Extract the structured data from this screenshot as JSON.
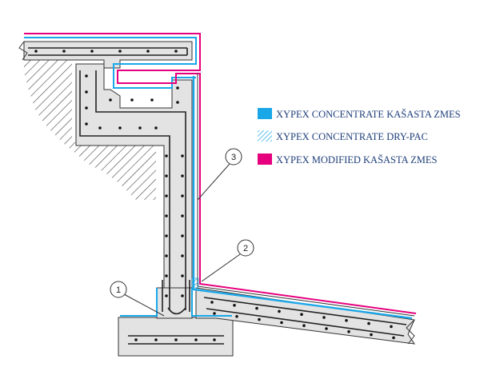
{
  "legend": [
    {
      "label": "XYPEX CONCENTRATE KAŠASTA ZMES",
      "color": "#1aa7e8",
      "pattern": "solid"
    },
    {
      "label": "XYPEX CONCENTRATE DRY-PAC",
      "color": "#1aa7e8",
      "pattern": "hatched"
    },
    {
      "label": "XYPEX MODIFIED KAŠASTA ZMES",
      "color": "#e6007e",
      "pattern": "solid"
    }
  ],
  "callouts": [
    {
      "number": "1"
    },
    {
      "number": "2"
    },
    {
      "number": "3"
    }
  ],
  "colors": {
    "concrete": "#e3e3e3",
    "outline": "#333333",
    "cyan": "#1aa7e8",
    "magenta": "#e6007e",
    "legend_text": "#1f3f7a"
  }
}
